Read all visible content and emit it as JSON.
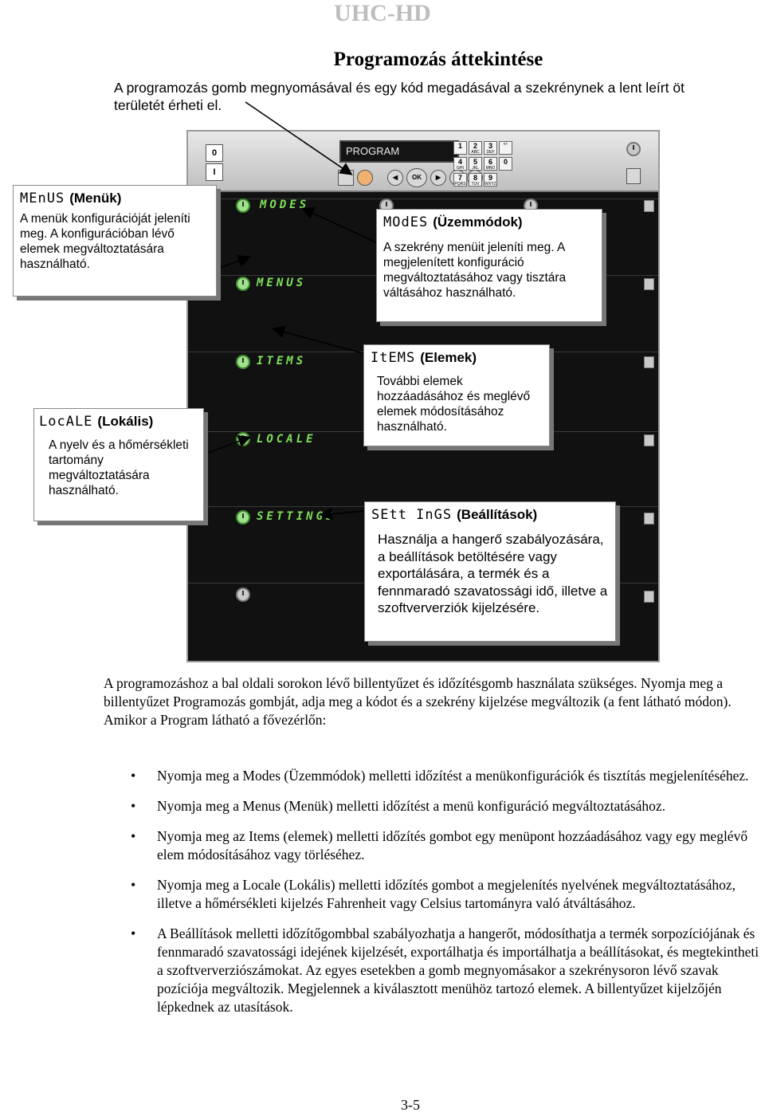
{
  "header": {
    "title": "UHC-HD"
  },
  "section": {
    "title": "Programozás áttekintése",
    "intro": "A programozás gomb megnyomásával és egy kód megadásával a szekrénynek a lent leírt öt területét érheti el."
  },
  "panel": {
    "lcd_text": "PROGRAM",
    "onoff": [
      "0",
      "I"
    ],
    "keypad": [
      {
        "num": "1",
        "sub": ""
      },
      {
        "num": "2",
        "sub": "ABC"
      },
      {
        "num": "3",
        "sub": "DEF"
      },
      {
        "num": "",
        "sub": "+/-"
      },
      {
        "num": "4",
        "sub": "GHI"
      },
      {
        "num": "5",
        "sub": "JKL"
      },
      {
        "num": "6",
        "sub": "MNO"
      },
      {
        "num": "0",
        "sub": ""
      },
      {
        "num": "7",
        "sub": "PQRS"
      },
      {
        "num": "8",
        "sub": "TUV"
      },
      {
        "num": "9",
        "sub": "WXYZ"
      }
    ],
    "ok_label": "OK",
    "segments": {
      "modes": "MODES",
      "menus": "MENUS",
      "items": "ITEMS",
      "locale": "LOCALE",
      "settings": "SETTINGS"
    }
  },
  "callouts": {
    "menus": {
      "code": "MEnUS",
      "title": "(Menük)",
      "body": "A menük konfigurációját jeleníti meg. A konfigurációban lévő elemek megváltoztatására használható."
    },
    "modes": {
      "code": "MOdES",
      "title": "(Üzemmódok)",
      "body": "A szekrény menüit jeleníti meg. A megjelenített konfiguráció megváltoztatásához vagy tisztára váltásához használható."
    },
    "items": {
      "code": "ItEMS",
      "title": "(Elemek)",
      "body": "További elemek hozzáadásához és meglévő elemek módosításához használható."
    },
    "locale": {
      "code": "LocALE",
      "title": "(Lokális)",
      "body": "A nyelv és a hőmérsékleti tartomány megváltoztatására használható."
    },
    "settings": {
      "code": "SEtt InGS",
      "title": "(Beállítások)",
      "body": "Használja a hangerő szabályozására, a beállítások betöltésére vagy exportálására, a termék és a fennmaradó szavatossági idő, illetve a szoftververziók kijelzésére."
    }
  },
  "body": {
    "paragraph": "A programozáshoz a bal oldali sorokon lévő billentyűzet és időzítésgomb használata szükséges. Nyomja meg a billentyűzet Programozás gombját, adja meg a kódot és a szekrény kijelzése megváltozik (a fent látható módon).",
    "lead": "Amikor a Program látható a fővezérlőn:",
    "bullets": [
      "Nyomja meg a Modes (Üzemmódok) melletti időzítést a menükonfigurációk és tisztítás megjelenítéséhez.",
      "Nyomja meg a Menus (Menük) melletti időzítést a menü konfiguráció megváltoztatásához.",
      "Nyomja meg az Items (elemek) melletti időzítés gombot egy menüpont hozzáadásához vagy egy meglévő elem módosításához vagy törléséhez.",
      "Nyomja meg a Locale (Lokális) melletti időzítés gombot a megjelenítés nyelvének megváltoztatásához, illetve a hőmérsékleti kijelzés Fahrenheit vagy Celsius tartományra való átváltásához.",
      "A Beállítások melletti időzítőgombbal szabályozhatja a hangerőt, módosíthatja a termék sorpozíciójának és fennmaradó szavatossági idejének kijelzését, exportálhatja és importálhatja a beállításokat, és megtekintheti a szoftververziószámokat. Az egyes esetekben a gomb megnyomásakor a szekrénysoron lévő szavak pozíciója megváltozik. Megjelennek a kiválasztott menühöz tartozó elemek. A billentyűzet kijelzőjén lépkednek az utasítások."
    ]
  },
  "footer": {
    "page_number": "3-5"
  }
}
